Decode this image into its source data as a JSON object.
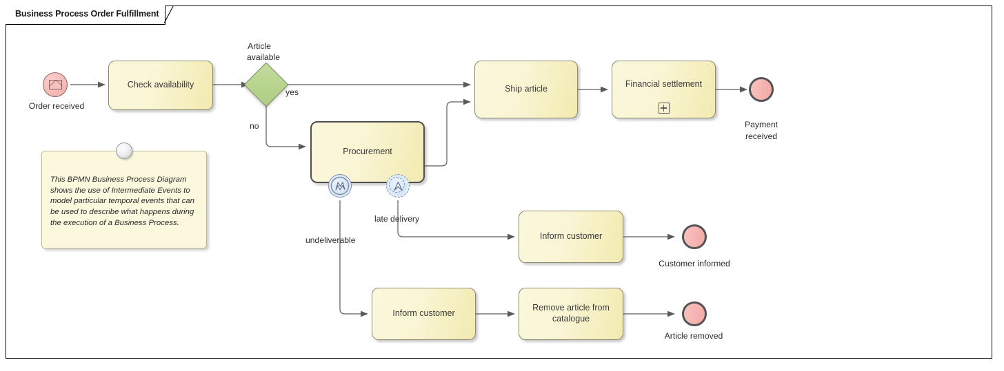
{
  "pool": {
    "title": "Business Process Order Fulfillment"
  },
  "colors": {
    "task_fill": "#faf5d4",
    "task_border": "#8a8a6e",
    "gateway_fill": "#aecd81",
    "event_fill": "#f3b4b0",
    "event_border": "#545454",
    "boundary_fill": "#d2e3f5",
    "boundary_border": "#7d93ad",
    "note_fill": "#fbf8dd",
    "connector": "#5a5a5a",
    "frame": "#000000"
  },
  "nodes": {
    "start_event": {
      "label": "Order received",
      "type": "message-start-event",
      "icon": "envelope-icon"
    },
    "check_availability": {
      "label": "Check availability",
      "type": "task"
    },
    "gateway": {
      "label": "Article\navailable",
      "label_line1": "Article",
      "label_line2": "available",
      "type": "exclusive-gateway"
    },
    "procurement": {
      "label": "Procurement",
      "type": "call-activity"
    },
    "ship_article": {
      "label": "Ship article",
      "type": "task"
    },
    "financial_settlement": {
      "label": "Financial settlement",
      "type": "collapsed-subprocess",
      "marker": "plus-marker"
    },
    "payment_received": {
      "label_line1": "Payment",
      "label_line2": "received",
      "type": "end-event"
    },
    "inform_customer_late": {
      "label": "Inform customer",
      "type": "task"
    },
    "customer_informed": {
      "label": "Customer informed",
      "type": "end-event"
    },
    "inform_customer_undeliverable": {
      "label": "Inform customer",
      "type": "task"
    },
    "remove_article": {
      "label_line1": "Remove article from",
      "label_line2": "catalogue",
      "type": "task"
    },
    "article_removed": {
      "label": "Article removed",
      "type": "end-event"
    },
    "boundary_error": {
      "type": "boundary-error-event",
      "icon": "error-bolt-icon",
      "interrupting": "true"
    },
    "boundary_escalation": {
      "type": "boundary-escalation-event",
      "icon": "escalation-arrow-icon",
      "interrupting": "false"
    }
  },
  "flow_labels": {
    "yes": "yes",
    "no": "no",
    "undeliverable": "undeliverable",
    "late_delivery": "late delivery"
  },
  "note": {
    "line1": "This BPMN Business Process Diagram",
    "line2": "shows the use of Intermediate Events to",
    "line3": "model particular temporal events that can",
    "line4": "be used to describe what happens during",
    "line5": "the execution of a Business Process."
  }
}
